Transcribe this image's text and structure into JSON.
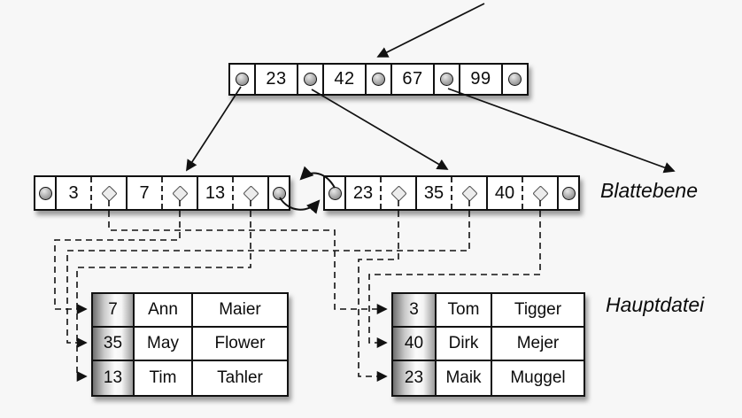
{
  "root_node": {
    "keys": [
      "23",
      "42",
      "67",
      "99"
    ]
  },
  "leaf_level": {
    "label": "Blattebene",
    "left_leaf": {
      "keys": [
        "3",
        "7",
        "13"
      ]
    },
    "right_leaf": {
      "keys": [
        "23",
        "35",
        "40"
      ]
    }
  },
  "main_file": {
    "label": "Hauptdatei",
    "left_table": {
      "rows": [
        [
          "7",
          "Ann",
          "Maier"
        ],
        [
          "35",
          "May",
          "Flower"
        ],
        [
          "13",
          "Tim",
          "Tahler"
        ]
      ]
    },
    "right_table": {
      "rows": [
        [
          "3",
          "Tom",
          "Tigger"
        ],
        [
          "40",
          "Dirk",
          "Mejer"
        ],
        [
          "23",
          "Maik",
          "Muggel"
        ]
      ]
    }
  },
  "icons": {
    "pointer_circle": "●",
    "record_pointer_diamond": "◇"
  },
  "colors": {
    "background": "#f7f7f7",
    "box_fill": "#ffffff",
    "line": "#111111",
    "circle_gray": "#7d7d7d",
    "keycol_gradient_dark": "#6f6f6f"
  }
}
